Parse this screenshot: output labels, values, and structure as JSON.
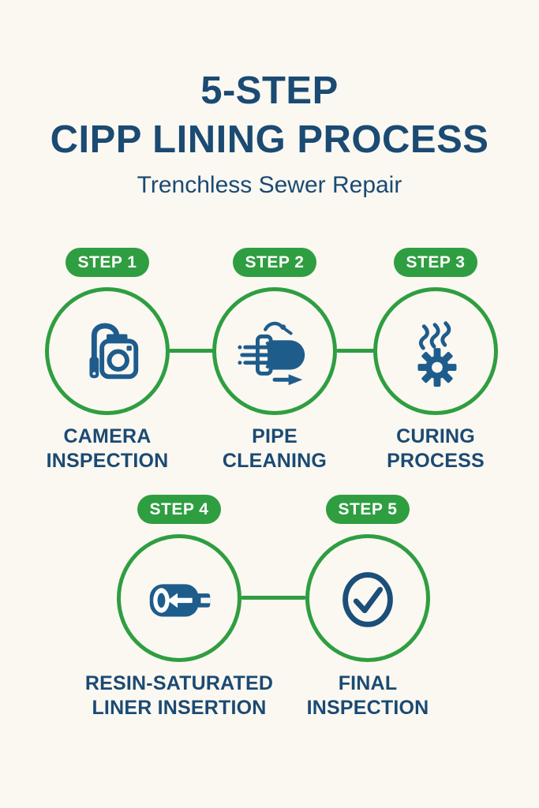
{
  "page": {
    "background": "#FAF8F1"
  },
  "colors": {
    "accent_green": "#2F9E41",
    "navy_text": "#1B4A73",
    "icon_blue": "#1E5C8C",
    "badge_text": "#FFFFFF"
  },
  "header": {
    "title_line1": "5-STEP",
    "title_line2": "CIPP LINING PROCESS",
    "subtitle": "Trenchless Sewer Repair"
  },
  "steps": [
    {
      "badge": "STEP 1",
      "icon": "sewer-camera-icon",
      "label_line1": "CAMERA",
      "label_line2": "INSPECTION"
    },
    {
      "badge": "STEP 2",
      "icon": "pipe-cleaning-icon",
      "label_line1": "PIPE",
      "label_line2": "CLEANING"
    },
    {
      "badge": "STEP 3",
      "icon": "curing-gear-icon",
      "label_line1": "CURING",
      "label_line2": "PROCESS"
    },
    {
      "badge": "STEP 4",
      "icon": "liner-insertion-icon",
      "label_line1": "RESIN-SATURATED",
      "label_line2": "LINER INSERTION"
    },
    {
      "badge": "STEP 5",
      "icon": "final-check-icon",
      "label_line1": "FINAL",
      "label_line2": "INSPECTION"
    }
  ]
}
